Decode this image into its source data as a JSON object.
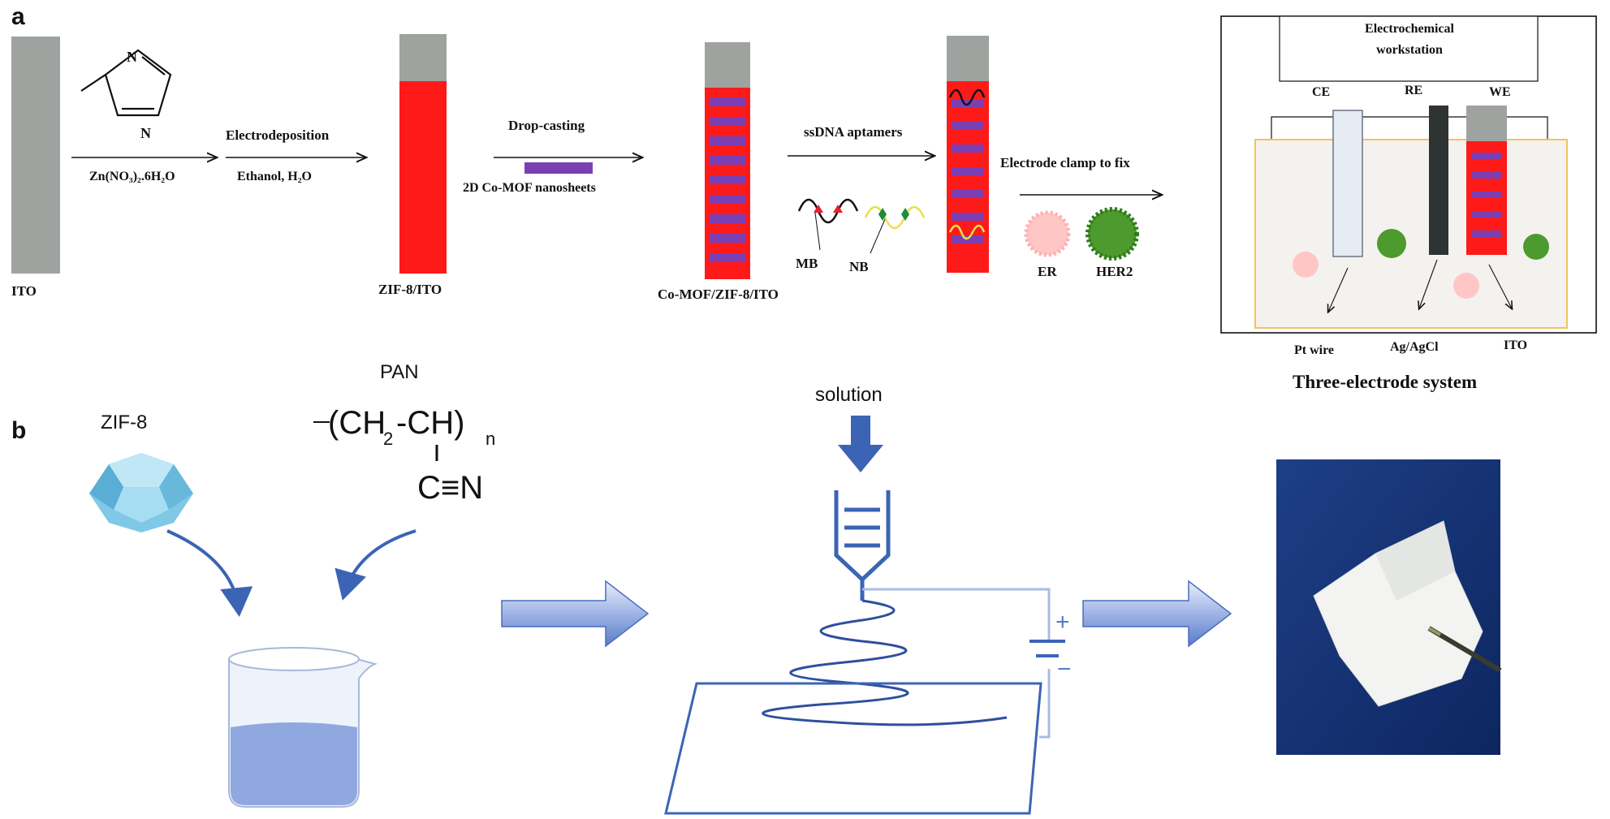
{
  "panel_a": {
    "letter": "a",
    "ito_label": "ITO",
    "step1_reagent": "Zn(NO₃)₂.6H₂O",
    "step2_label": "Electrodeposition",
    "step2_solvent": "Ethanol, H₂O",
    "zif8_ito_label": "ZIF-8/ITO",
    "step3_label": "Drop-casting",
    "step3_material": "2D Co-MOF nanosheets",
    "comof_label": "Co-MOF/ZIF-8/ITO",
    "step4_label": "ssDNA aptamers",
    "mb_label": "MB",
    "nb_label": "NB",
    "step5_label": "Electrode clamp to fix",
    "er_label": "ER",
    "her2_label": "HER2",
    "system": {
      "workstation_line1": "Electrochemical",
      "workstation_line2": "workstation",
      "ce": "CE",
      "re": "RE",
      "we": "WE",
      "pt_wire": "Pt wire",
      "ag_agcl": "Ag/AgCl",
      "ito": "ITO",
      "caption": "Three-electrode system"
    },
    "colors": {
      "ito_gray": "#9fa39f",
      "zif_red": "#ff1a1a",
      "comof_purple": "#7b3fb3"
    }
  },
  "panel_b": {
    "letter": "b",
    "zif8_label": "ZIF-8",
    "pan_label": "PAN",
    "pan_formula_main": "(CH",
    "pan_formula_sub2": "2",
    "pan_formula_mid": "-CH)",
    "pan_formula_n": "n",
    "pan_nitrile": "C≡N",
    "solution_label": "solution",
    "plus_sign": "+",
    "minus_sign": "−",
    "colors": {
      "accent_blue": "#3c64b4",
      "wire_blue": "#2f4f9e"
    }
  }
}
